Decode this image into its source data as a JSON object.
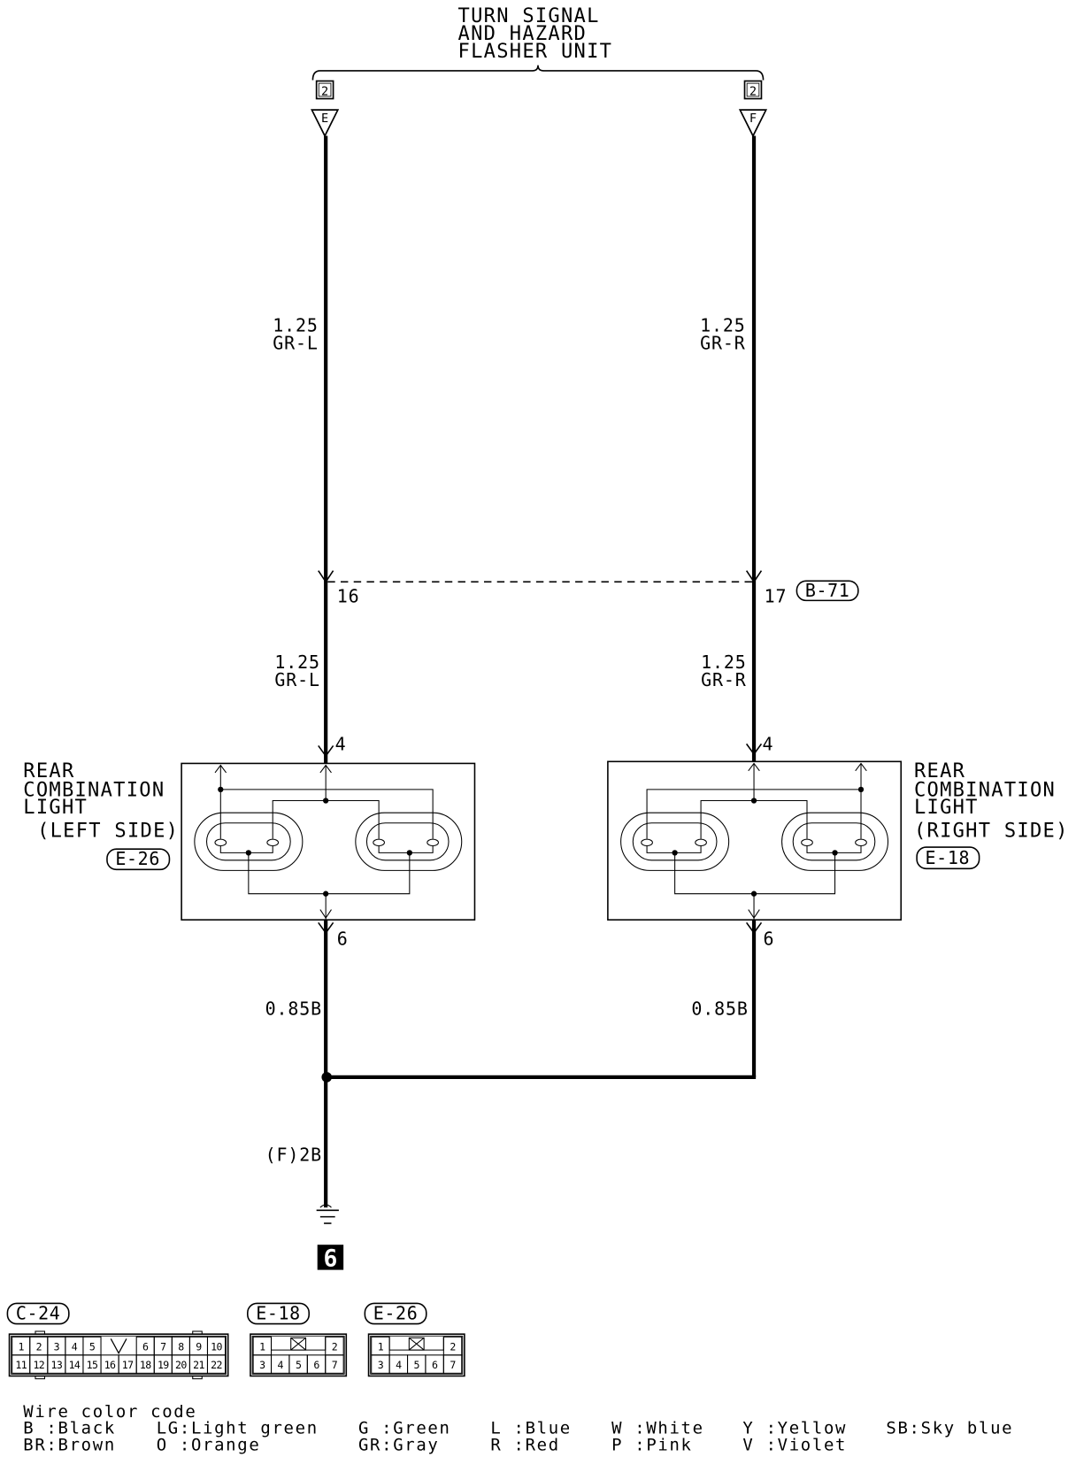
{
  "flasher_unit": {
    "name_lines": [
      "TURN SIGNAL",
      "AND HAZARD",
      "FLASHER UNIT"
    ],
    "left": {
      "connector_no": "2",
      "terminal": "E"
    },
    "right": {
      "connector_no": "2",
      "terminal": "F"
    }
  },
  "wires": {
    "left_upper": {
      "size": "1.25",
      "color": "GR-L"
    },
    "right_upper": {
      "size": "1.25",
      "color": "GR-R"
    },
    "left_lower": {
      "size": "1.25",
      "color": "GR-L"
    },
    "right_lower": {
      "size": "1.25",
      "color": "GR-R"
    },
    "left_ground": "0.85B",
    "right_ground": "0.85B",
    "common_ground": "(F)2B"
  },
  "intermediate_connector": {
    "id": "B-71",
    "left_pin": "16",
    "right_pin": "17"
  },
  "lamps": {
    "left": {
      "name_lines": [
        "REAR",
        "COMBINATION",
        "LIGHT"
      ],
      "side": "(LEFT SIDE)",
      "connector": "E-26",
      "input_pin": "4",
      "output_pin": "6"
    },
    "right": {
      "name_lines": [
        "REAR",
        "COMBINATION",
        "LIGHT"
      ],
      "side": "(RIGHT SIDE)",
      "connector": "E-18",
      "input_pin": "4",
      "output_pin": "6"
    }
  },
  "ground_point": "6",
  "connector_views": [
    {
      "id": "C-24",
      "key_icon": "v-notch-key",
      "top_row": [
        "1",
        "2",
        "3",
        "4",
        "5",
        null,
        "6",
        "7",
        "8",
        "9",
        "10"
      ],
      "bottom_row": [
        "11",
        "12",
        "13",
        "14",
        "15",
        "16",
        "17",
        "18",
        "19",
        "20",
        "21",
        "22"
      ]
    },
    {
      "id": "E-18",
      "key_icon": "x-box-key",
      "top_row": [
        "1",
        null,
        "2"
      ],
      "bottom_row": [
        "3",
        "4",
        "5",
        "6",
        "7"
      ]
    },
    {
      "id": "E-26",
      "key_icon": "x-box-key",
      "top_row": [
        "1",
        null,
        "2"
      ],
      "bottom_row": [
        "3",
        "4",
        "5",
        "6",
        "7"
      ]
    }
  ],
  "wire_color_code": {
    "title": "Wire color code",
    "rows": [
      [
        "B :Black",
        "LG:Light green",
        "G :Green",
        "L :Blue",
        "W :White",
        "Y :Yellow",
        "SB:Sky blue"
      ],
      [
        "BR:Brown",
        "O :Orange",
        "GR:Gray",
        "R :Red",
        "P :Pink",
        "V :Violet"
      ]
    ]
  }
}
